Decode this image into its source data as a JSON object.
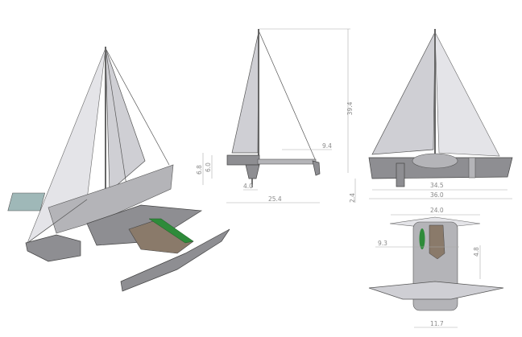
{
  "drawing": {
    "views": [
      "isometric",
      "side",
      "front",
      "top"
    ],
    "dimensions": {
      "side_mast_height": "39.4",
      "side_bow_offset": "9.4",
      "side_depth_total": "6.8",
      "side_depth_hull": "6.0",
      "side_keel_offset": "4.0",
      "side_length": "25.4",
      "front_hull_width": "34.5",
      "front_overall_width": "36.0",
      "front_draft": "2.4",
      "top_beam_width": "24.0",
      "top_ama_offset": "9.3",
      "top_cockpit_length": "4.8",
      "top_hull_width": "11.7"
    },
    "colors": {
      "hull": "#8e8e92",
      "sail": "#cfcfd4",
      "kayak": "#2e8b3a",
      "dinghy": "#8a7a6a"
    }
  }
}
